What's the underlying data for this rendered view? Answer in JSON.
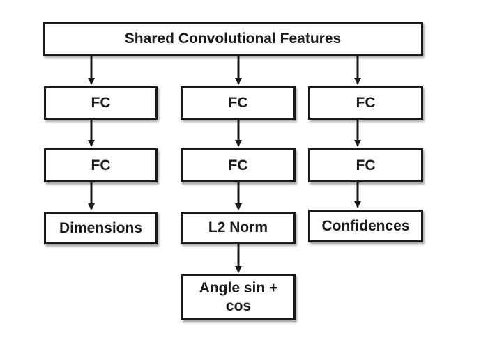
{
  "diagram": {
    "root": {
      "label": "Shared Convolutional Features"
    },
    "branches": [
      {
        "fc1": "FC",
        "fc2": "FC",
        "output": "Dimensions"
      },
      {
        "fc1": "FC",
        "fc2": "FC",
        "output": "L2 Norm",
        "final": "Angle sin + cos"
      },
      {
        "fc1": "FC",
        "fc2": "FC",
        "output": "Confidences"
      }
    ]
  }
}
